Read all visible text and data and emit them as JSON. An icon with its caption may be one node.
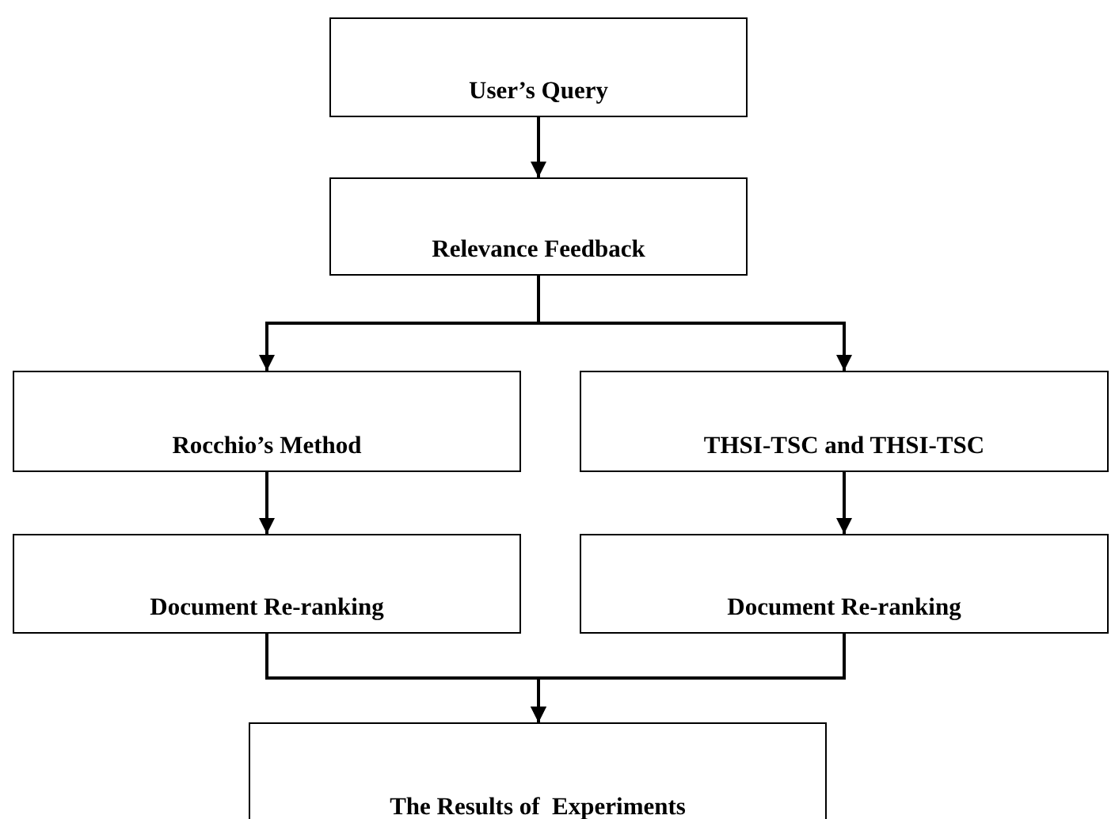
{
  "diagram": {
    "nodes": [
      {
        "text": [
          "User’s Query"
        ]
      },
      {
        "text": [
          "Relevance Feedback"
        ]
      },
      {
        "text": [
          "Rocchio’s Method"
        ]
      },
      {
        "text": [
          "THSI-TSC and THSI-TSC"
        ]
      },
      {
        "text": [
          "Document Re-ranking"
        ]
      },
      {
        "text": [
          "Document Re-ranking"
        ]
      },
      {
        "text": [
          "The Results of  Experiments"
        ]
      }
    ],
    "edges": [
      {
        "from": 0,
        "to": 1,
        "arrow": "to"
      },
      {
        "from": 1,
        "to": 2,
        "arrow": "to"
      },
      {
        "from": 1,
        "to": 3,
        "arrow": "to"
      },
      {
        "from": 2,
        "to": 4,
        "arrow": "to"
      },
      {
        "from": 3,
        "to": 5,
        "arrow": "to"
      },
      {
        "from": 4,
        "to": 6,
        "arrow": "to"
      },
      {
        "from": 5,
        "to": 6,
        "arrow": "to"
      }
    ]
  }
}
